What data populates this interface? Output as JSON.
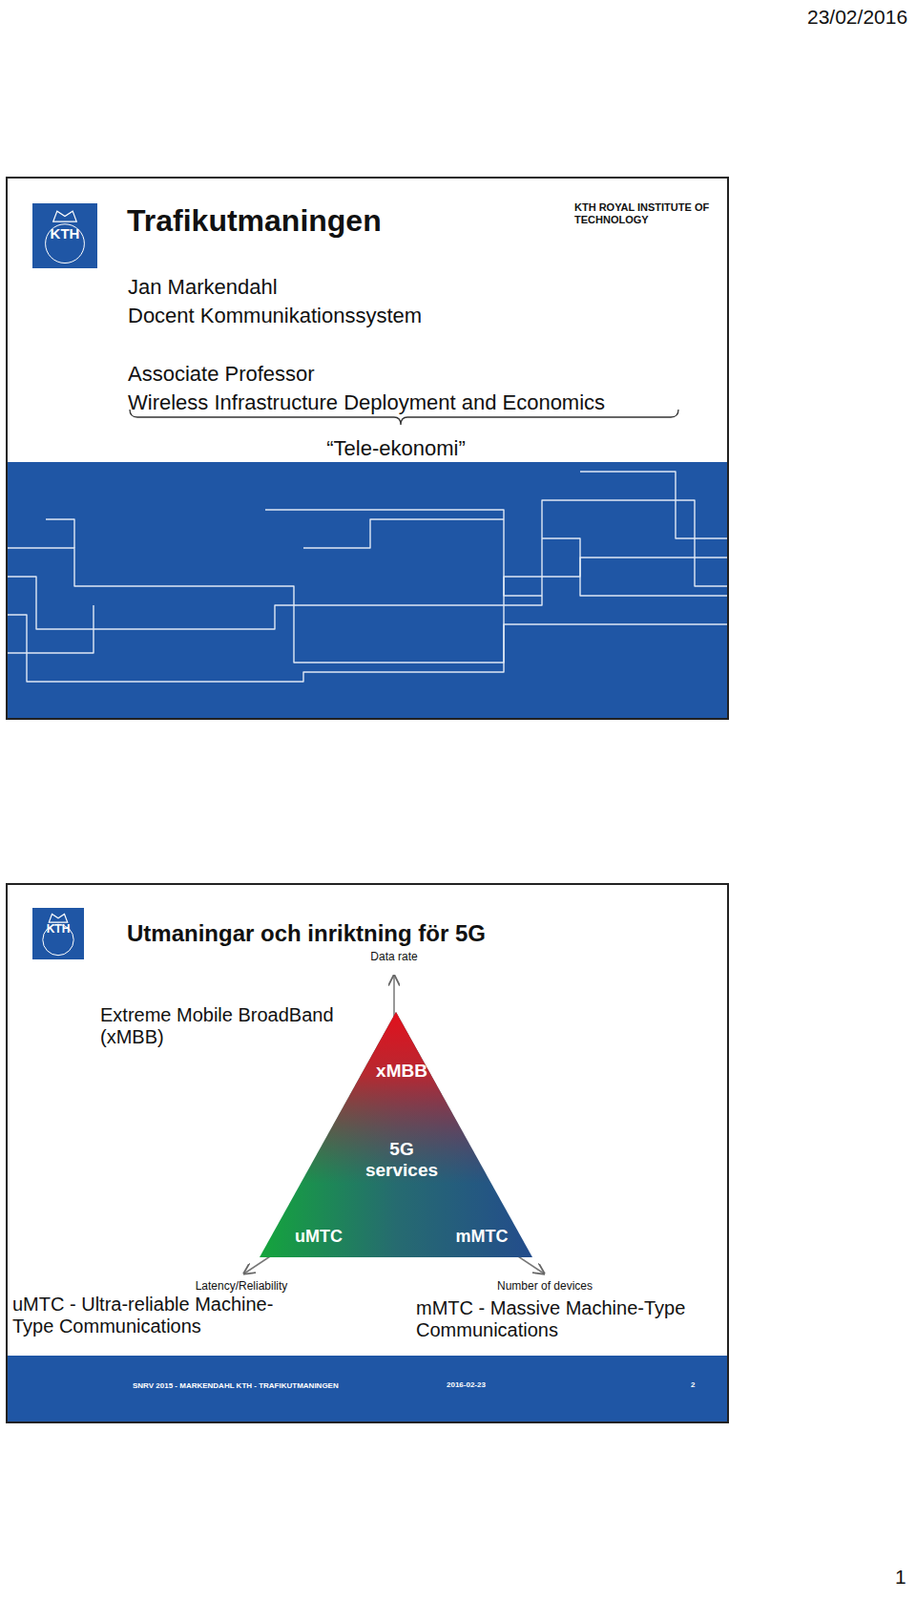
{
  "diagram": {
    "nodes": [
      {
        "text": [
          "Trafikutmaningen"
        ]
      },
      {
        "text": [
          "Utmaningar  och inriktning för 5G"
        ]
      },
      {
        "text": [
          "xMBB",
          "5G services",
          "uMTC",
          "mMTC"
        ],
        "in": 1
      }
    ],
    "labels": [
      "23/02/2016",
      "KTH",
      "KTH ROYAL INSTITUTE OF TECHNOLOGY",
      "Jan Markendahl",
      "Docent Kommunikationssystem",
      "Associate Professor",
      "Wireless Infrastructure Deployment and Economics",
      "“Tele-ekonomi”",
      "KTH",
      "Data rate",
      "Extreme Mobile BroadBand (xMBB)",
      "Latency/Reliability",
      "Number of devices",
      "uMTC - Ultra-reliable Machine-Type Communications",
      "mMTC -  Massive Machine-Type Communications",
      "SNRV 2015 - MARKENDAHL KTH - TRAFIKUTMANINGEN",
      "2016-02-23",
      "2",
      "1"
    ]
  }
}
